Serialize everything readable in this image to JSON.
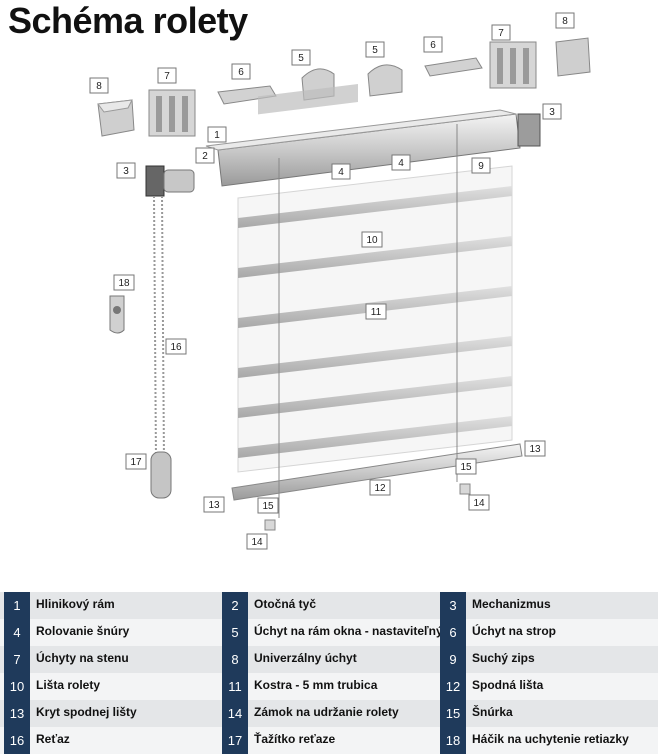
{
  "title": "Schéma rolety",
  "callouts": [
    "1",
    "2",
    "3",
    "4",
    "5",
    "6",
    "7",
    "8",
    "9",
    "10",
    "11",
    "12",
    "13",
    "14",
    "15",
    "16",
    "17",
    "18"
  ],
  "legend": [
    {
      "n": "1",
      "label": "Hlinikový rám"
    },
    {
      "n": "2",
      "label": "Otočná tyč"
    },
    {
      "n": "3",
      "label": "Mechanizmus"
    },
    {
      "n": "4",
      "label": "Rolovanie šnúry"
    },
    {
      "n": "5",
      "label": "Úchyt na rám okna - nastaviteľný"
    },
    {
      "n": "6",
      "label": "Úchyt na strop"
    },
    {
      "n": "7",
      "label": "Úchyty na stenu"
    },
    {
      "n": "8",
      "label": "Univerzálny úchyt"
    },
    {
      "n": "9",
      "label": "Suchý zips"
    },
    {
      "n": "10",
      "label": "Lišta rolety"
    },
    {
      "n": "11",
      "label": "Kostra - 5 mm trubica"
    },
    {
      "n": "12",
      "label": "Spodná lišta"
    },
    {
      "n": "13",
      "label": "Kryt spodnej lišty"
    },
    {
      "n": "14",
      "label": "Zámok na udržanie rolety"
    },
    {
      "n": "15",
      "label": "Šnúrka"
    },
    {
      "n": "16",
      "label": "Reťaz"
    },
    {
      "n": "17",
      "label": "Ťažítko reťaze"
    },
    {
      "n": "18",
      "label": "Háčik na uchytenie retiazky"
    }
  ],
  "colors": {
    "num_bg": "#1f3a5b",
    "band_dark": "#e4e6e8",
    "band_light": "#f3f4f5"
  }
}
